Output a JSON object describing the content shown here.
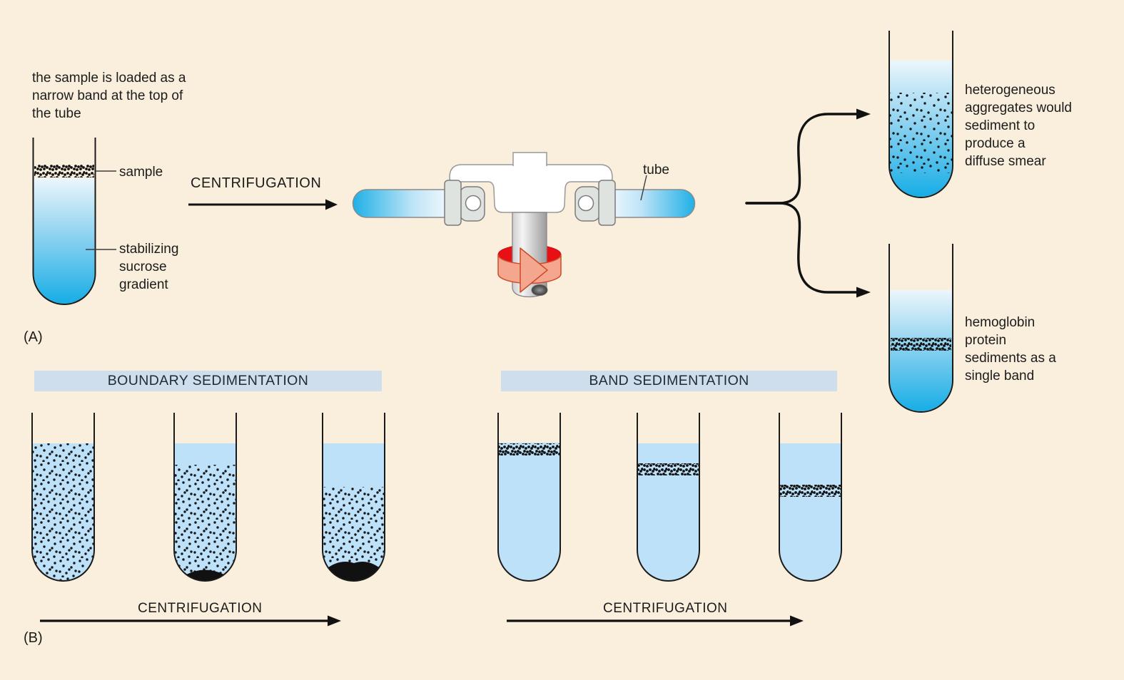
{
  "figure": {
    "panel_a_label": "(A)",
    "panel_b_label": "(B)"
  },
  "panel_a": {
    "caption": "the sample is loaded as a\nnarrow band at the top of\nthe tube",
    "sample_label": "sample",
    "gradient_label": "stabilizing\nsucrose\ngradient",
    "centrifugation_label": "CENTRIFUGATION",
    "tube_label": "tube",
    "outcome_top": "heterogeneous\naggregates would\nsediment to\nproduce a\ndiffuse smear",
    "outcome_bottom": "hemoglobin\nprotein\nsediments as a\nsingle band"
  },
  "panel_b": {
    "boundary_title": "BOUNDARY SEDIMENTATION",
    "band_title": "BAND SEDIMENTATION",
    "boundary_centrifugation_label": "CENTRIFUGATION",
    "band_centrifugation_label": "CENTRIFUGATION"
  },
  "colors": {
    "background": "#f9efdc",
    "liquid_flat": "#bce1f8",
    "gradient_top": "#ecf6fc",
    "gradient_bottom": "#16ade6",
    "header_bar": "#cfdeed",
    "tube_outline": "#1a1a1a",
    "rotor_ring_red": "#e81015",
    "rotor_arrow_salmon": "#f4a78e"
  }
}
